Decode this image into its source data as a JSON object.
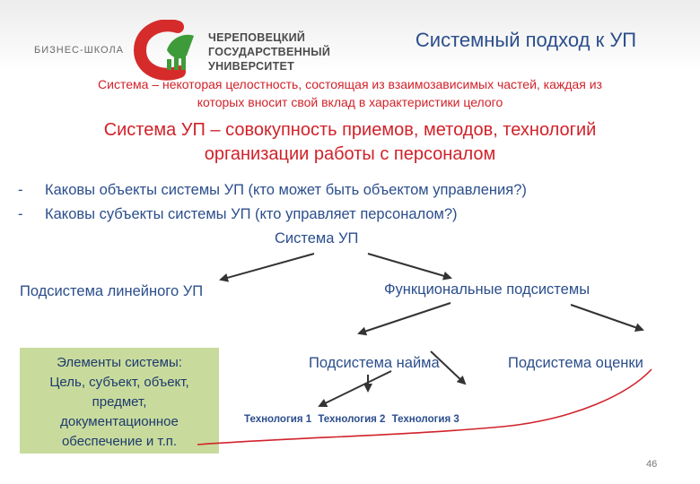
{
  "header": {
    "school": "БИЗНЕС-ШКОЛА",
    "university_lines": [
      "ЧЕРЕПОВЕЦКИЙ",
      "ГОСУДАРСТВЕННЫЙ",
      "УНИВЕРСИТЕТ"
    ],
    "slide_title": "Системный подход к УП"
  },
  "definition_lines": [
    "Система – некоторая целостность, состоящая из взаимозависимых частей, каждая из",
    "которых вносит свой вклад в характеристики целого"
  ],
  "system_definition_lines": [
    "Система УП – совокупность приемов, методов, технологий",
    "организации работы с персоналом"
  ],
  "questions": [
    {
      "marker": "-",
      "text": "Каковы объекты системы УП (кто может быть объектом управления?)"
    },
    {
      "marker": "-",
      "text": "Каковы субъекты системы УП (кто управляет персоналом?)"
    }
  ],
  "diagram": {
    "root": "Система УП",
    "linear_subsystem": "Подсистема линейного УП",
    "functional_subsystems": "Функциональные подсистемы",
    "hiring_subsystem": "Подсистема найма",
    "evaluation_subsystem": "Подсистема оценки",
    "technologies": [
      "Технология 1",
      "Технология 2",
      "Технология 3"
    ],
    "elements_box_lines": [
      "Элементы системы:",
      "Цель, субъект, объект,",
      "предмет,",
      "документационное",
      "обеспечение и т.п."
    ]
  },
  "colors": {
    "title_blue": "#2b4e8c",
    "accent_red": "#d1222a",
    "arrow_dark": "#333333",
    "box_green": "#c8db9c",
    "logo_red": "#d52b2b",
    "logo_green": "#3e9b3a"
  },
  "page_number": "46"
}
